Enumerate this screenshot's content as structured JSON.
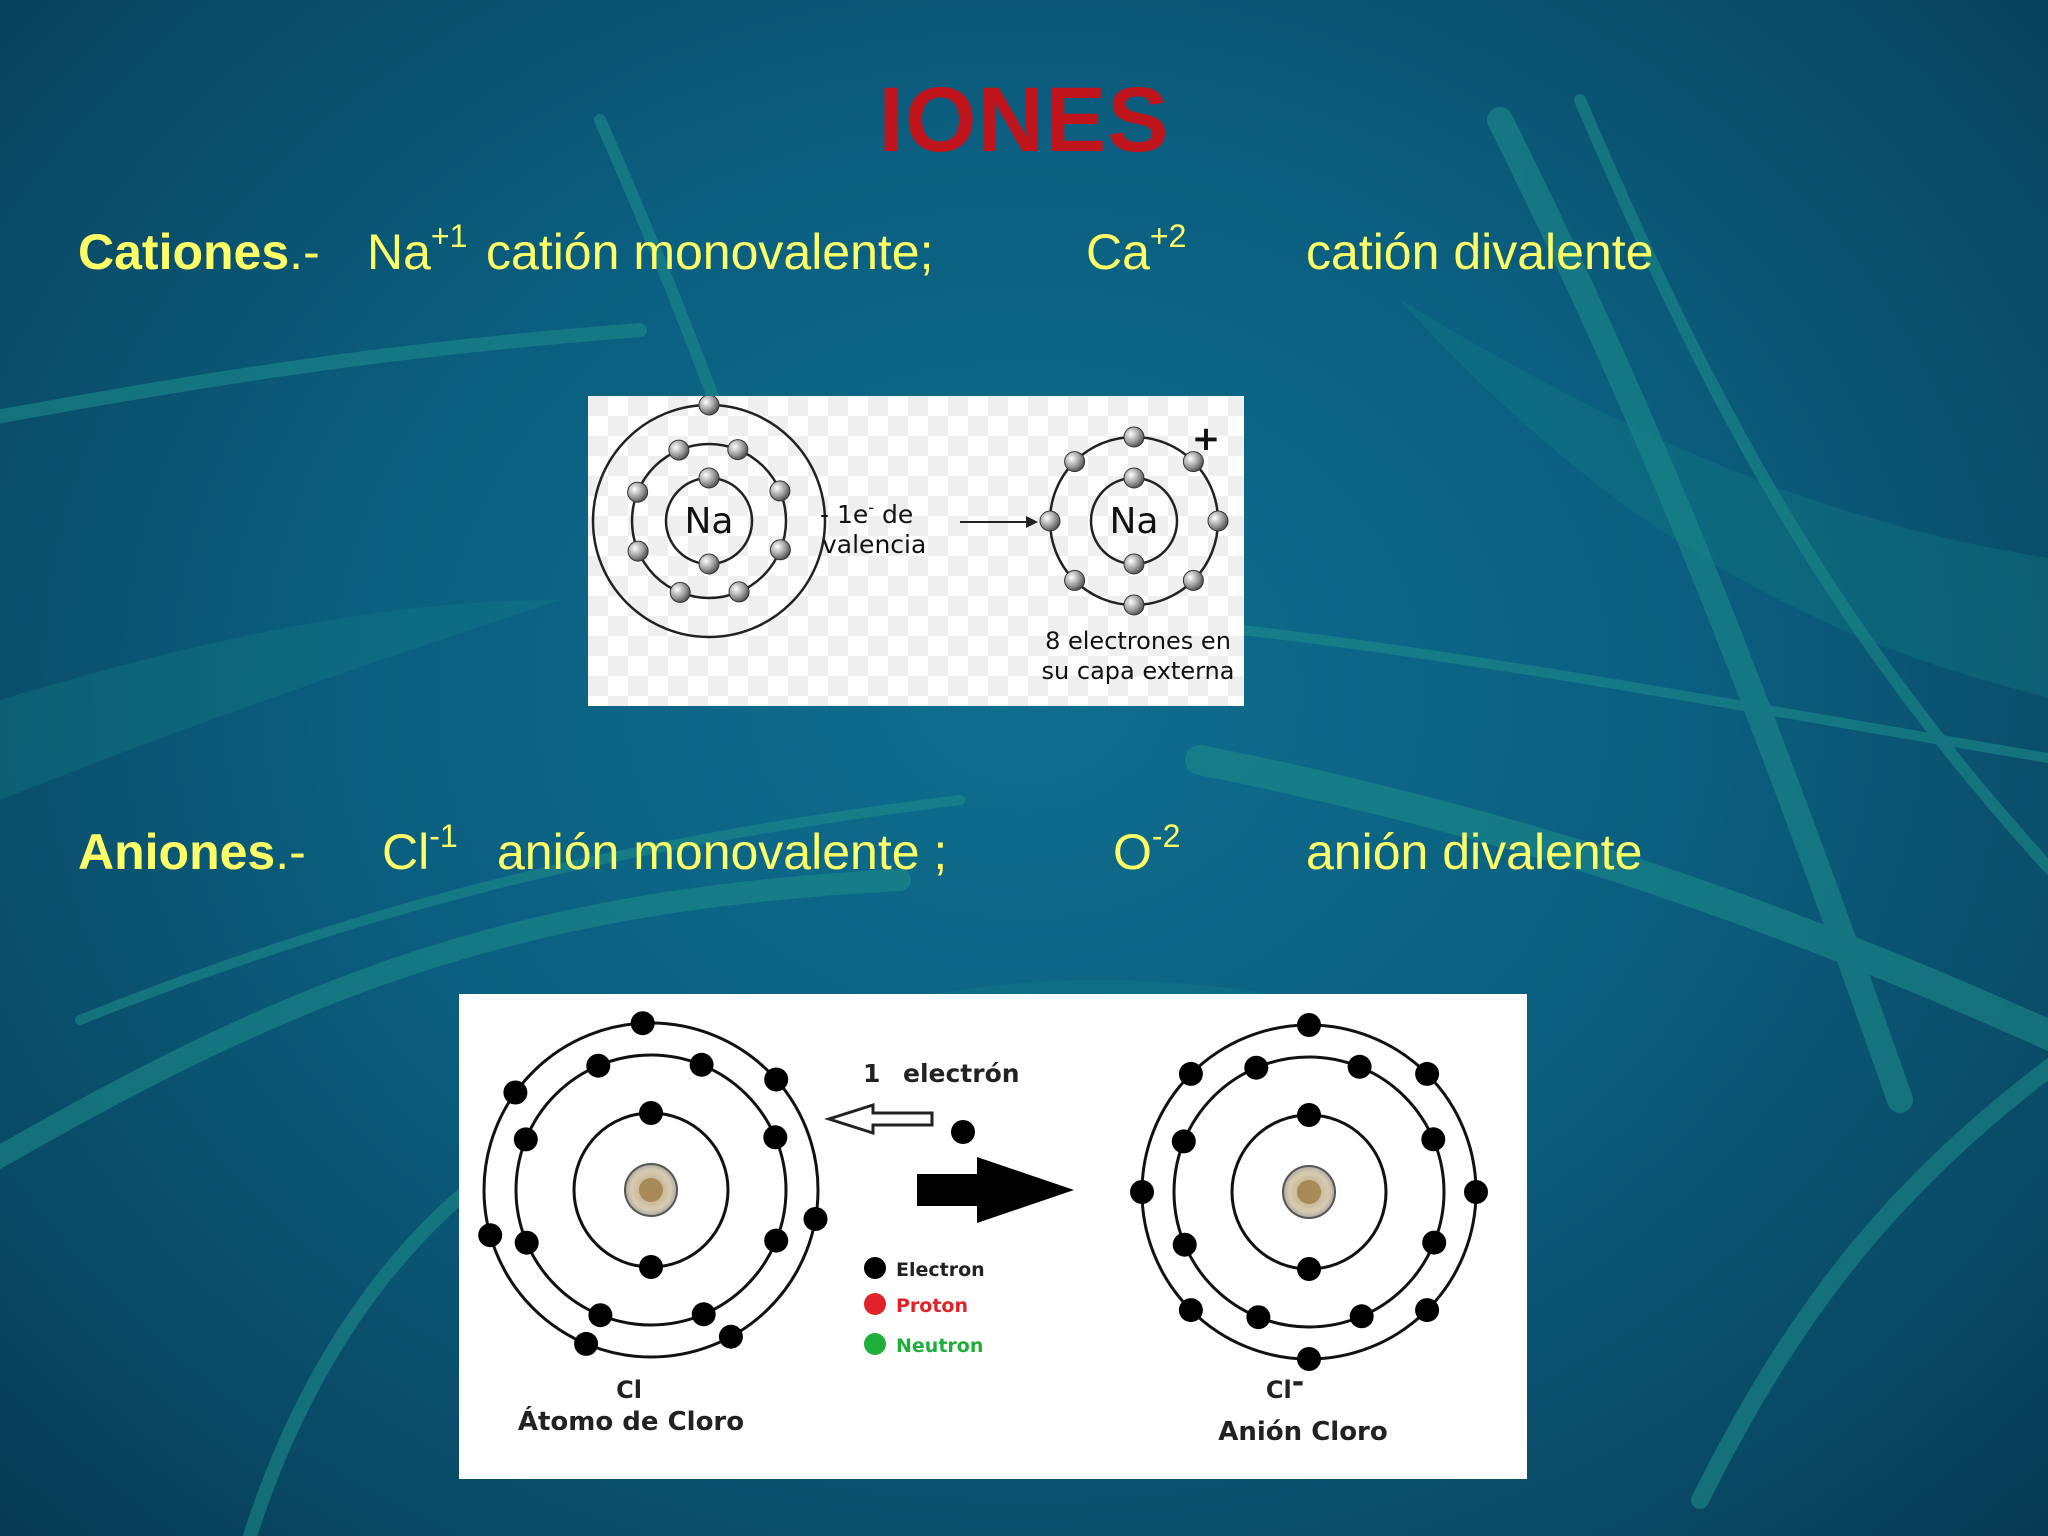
{
  "title": "IONES",
  "cations": {
    "label_bold": "Cationes",
    "label_suffix": ".-",
    "ion1_symbol": "Na",
    "ion1_charge": "+1",
    "ion1_desc": "catión monovalente;",
    "ion2_symbol": "Ca",
    "ion2_charge": "+2",
    "ion2_desc": "catión divalente"
  },
  "anions": {
    "label_bold": "Aniones",
    "label_suffix": ".-",
    "ion1_symbol": "Cl",
    "ion1_charge": "-1",
    "ion1_desc": "anión monovalente ;",
    "ion2_symbol": "O",
    "ion2_charge": "-2",
    "ion2_desc": "anión divalente"
  },
  "sodium_diagram": {
    "atom_left": "Na",
    "atom_right": "Na",
    "loss_line1": "- 1e",
    "loss_sup": "-",
    "loss_line1_end": " de",
    "loss_line2": "valencia",
    "plus_sign": "+",
    "note_line1": "8 electrones en",
    "note_line2": "su capa externa"
  },
  "chlorine_diagram": {
    "electron_count": "1",
    "electron_word": "electrón",
    "legend": [
      {
        "label": "Electron",
        "color": "#000000"
      },
      {
        "label": "Proton",
        "color": "#e0222a"
      },
      {
        "label": "Neutron",
        "color": "#1fae3a"
      }
    ],
    "left_symbol": "Cl",
    "left_caption": "Átomo de Cloro",
    "right_symbol": "Cl",
    "right_charge": "-",
    "right_caption": "Anión Cloro"
  }
}
